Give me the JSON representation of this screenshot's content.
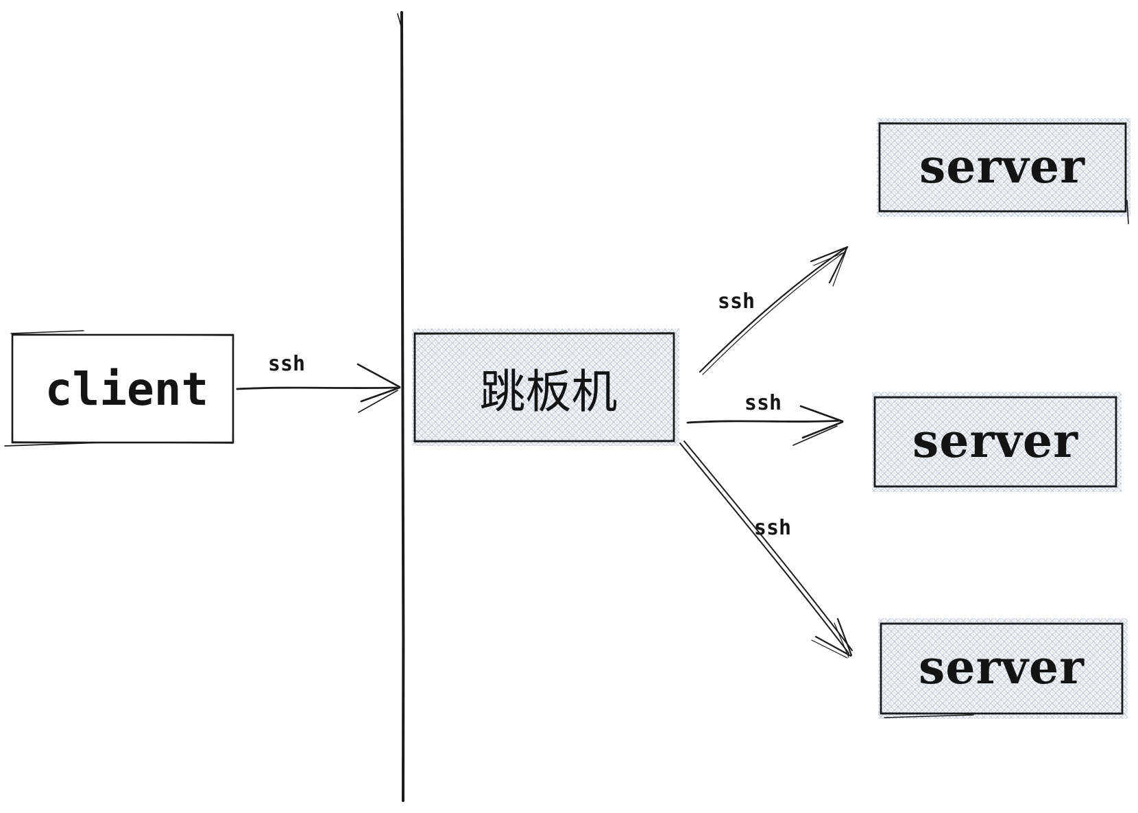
{
  "diagram": {
    "background_color": "#ffffff",
    "stroke_color": "#1b1b1b",
    "hatch_color": "#c3cbd6",
    "nodes": [
      {
        "id": "client",
        "label": "client",
        "fill": "white"
      },
      {
        "id": "jump-server",
        "label": "跳板机",
        "fill": "crosshatch"
      },
      {
        "id": "server-top",
        "label": "server",
        "fill": "crosshatch"
      },
      {
        "id": "server-middle",
        "label": "server",
        "fill": "crosshatch"
      },
      {
        "id": "server-bottom",
        "label": "server",
        "fill": "crosshatch"
      }
    ],
    "edges": [
      {
        "from": "client",
        "to": "jump-server",
        "label": "ssh"
      },
      {
        "from": "jump-server",
        "to": "server-top",
        "label": "ssh"
      },
      {
        "from": "jump-server",
        "to": "server-middle",
        "label": "ssh"
      },
      {
        "from": "jump-server",
        "to": "server-bottom",
        "label": "ssh"
      }
    ],
    "boundary": {
      "id": "network-boundary",
      "type": "vertical-line"
    }
  }
}
